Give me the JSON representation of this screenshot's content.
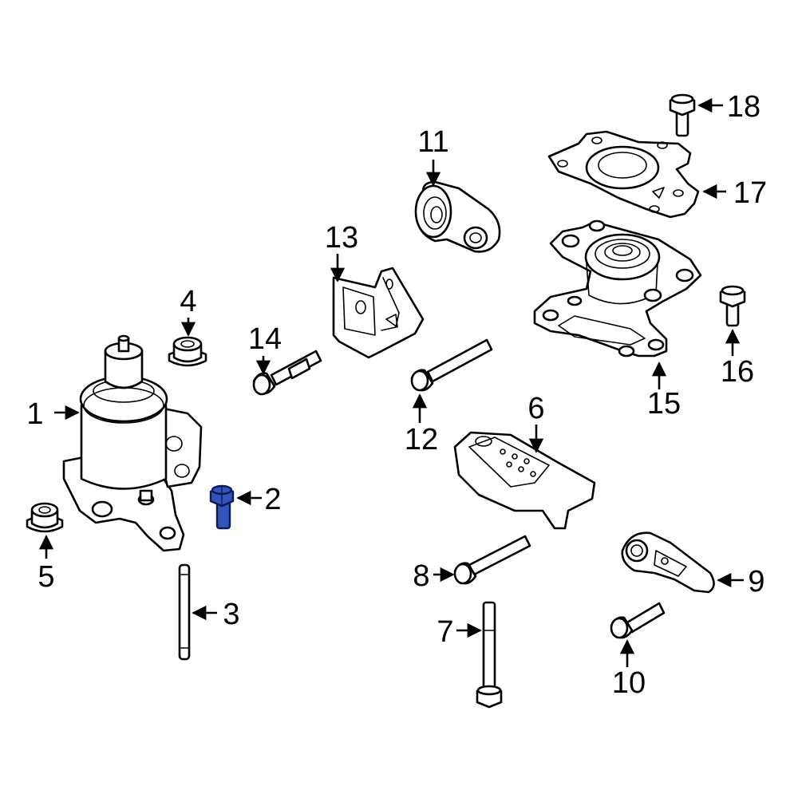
{
  "diagram": {
    "highlight_color": "#3355bb",
    "callouts": [
      {
        "number": "1",
        "part": "engine-mount"
      },
      {
        "number": "2",
        "part": "bolt",
        "highlighted": true
      },
      {
        "number": "3",
        "part": "stud"
      },
      {
        "number": "4",
        "part": "nut"
      },
      {
        "number": "5",
        "part": "nut"
      },
      {
        "number": "6",
        "part": "transmission-mount"
      },
      {
        "number": "7",
        "part": "stud-bolt"
      },
      {
        "number": "8",
        "part": "bolt"
      },
      {
        "number": "9",
        "part": "torque-strut"
      },
      {
        "number": "10",
        "part": "bolt"
      },
      {
        "number": "11",
        "part": "bushing"
      },
      {
        "number": "12",
        "part": "bolt"
      },
      {
        "number": "13",
        "part": "bracket"
      },
      {
        "number": "14",
        "part": "stud-bolt"
      },
      {
        "number": "15",
        "part": "transmission-mount"
      },
      {
        "number": "16",
        "part": "bolt"
      },
      {
        "number": "17",
        "part": "bracket"
      },
      {
        "number": "18",
        "part": "bolt"
      }
    ]
  }
}
